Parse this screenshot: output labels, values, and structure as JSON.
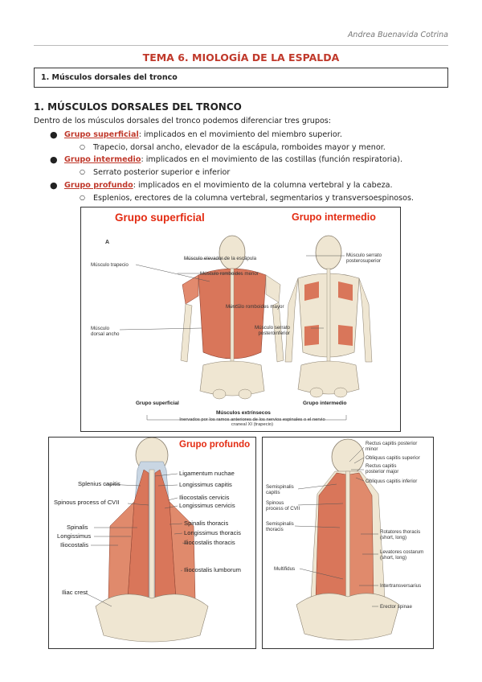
{
  "header": {
    "author": "Andrea Buenavida Cotrina"
  },
  "title": "TEMA 6. MIOLOGÍA DE LA ESPALDA",
  "toc": [
    "1. Músculos dorsales del tronco"
  ],
  "section": {
    "heading": "1. MÚSCULOS DORSALES DEL TRONCO",
    "intro": "Dentro de los músculos dorsales del tronco podemos diferenciar tres grupos:",
    "groups": [
      {
        "term": "Grupo superficial",
        "desc": ": implicados en el movimiento del miembro superior.",
        "sub": "Trapecio, dorsal ancho, elevador de la escápula, romboides mayor y menor."
      },
      {
        "term": "Grupo intermedio",
        "desc": ": implicados en el movimiento de las costillas (función respiratoria).",
        "sub": "Serrato posterior superior e inferior"
      },
      {
        "term": "Grupo profundo",
        "desc": ": implicados en el movimiento de la columna vertebral y la cabeza.",
        "sub": "Esplenios, erectores de la columna vertebral, segmentarios y transversoespinosos."
      }
    ]
  },
  "figure1": {
    "title_left": "Grupo superficial",
    "title_right": "Grupo intermedio",
    "panel_letter": "A",
    "labels_left": [
      "Músculo trapecio",
      "Músculo dorsal ancho"
    ],
    "labels_center": [
      "Músculo elevador de la escápula",
      "Músculo romboides menor",
      "Músculo romboides mayor"
    ],
    "labels_right": [
      "Músculo serrato posterosuperior",
      "Músculo serrato posteroinferior"
    ],
    "caption_left": "Grupo superficial",
    "caption_right": "Grupo intermedio",
    "caption_center": "Músculos extrínsecos",
    "caption_sub": "Inervados por los ramos anteriores de los nervios espinales o el nervio craneal XI (trapecio)"
  },
  "figure2": {
    "title": "Grupo profundo",
    "labels_left": [
      "Splenius capitis",
      "Spinous process of CVII",
      "Spinalis",
      "Longissimus",
      "Iliocostalis",
      "Iliac crest"
    ],
    "labels_right": [
      "Ligamentum nuchae",
      "Longissimus capitis",
      "Iliocostalis cervicis",
      "Longissimus cervicis",
      "Spinalis thoracis",
      "Longissimus thoracis",
      "Iliocostalis thoracis",
      "Iliocostalis lumborum"
    ]
  },
  "figure3": {
    "labels_left": [
      "Semispinalis capitis",
      "Spinous process of CVII",
      "Semispinalis thoracis",
      "Multifidus"
    ],
    "labels_right": [
      "Rectus capitis posterior minor",
      "Obliquus capitis superior",
      "Rectus capitis posterior major",
      "Obliquus capitis inferior",
      "Rotatores thoracis (short, long)",
      "Levatores costarum (short, long)",
      "Intertransversarius",
      "Erector spinae"
    ]
  },
  "colors": {
    "accent": "#c0392b",
    "figure_title": "#e32b12",
    "muscle": "#d9765a",
    "bone": "#efe6d2"
  }
}
